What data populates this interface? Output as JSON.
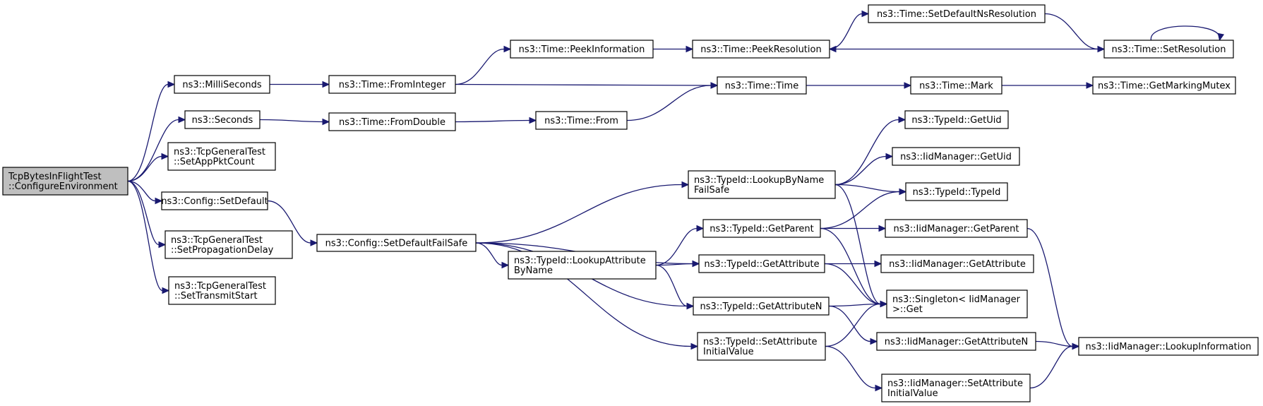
{
  "diagram": {
    "nodes": [
      {
        "id": "root",
        "lines": [
          "TcpBytesInFlightTest",
          "::ConfigureEnvironment"
        ],
        "root": true
      },
      {
        "id": "milli",
        "lines": [
          "ns3::MilliSeconds"
        ]
      },
      {
        "id": "seconds",
        "lines": [
          "ns3::Seconds"
        ]
      },
      {
        "id": "setapp",
        "lines": [
          "ns3::TcpGeneralTest",
          "::SetAppPktCount"
        ]
      },
      {
        "id": "setdef",
        "lines": [
          "ns3::Config::SetDefault"
        ]
      },
      {
        "id": "setprop",
        "lines": [
          "ns3::TcpGeneralTest",
          "::SetPropagationDelay"
        ]
      },
      {
        "id": "settx",
        "lines": [
          "ns3::TcpGeneralTest",
          "::SetTransmitStart"
        ]
      },
      {
        "id": "fromint",
        "lines": [
          "ns3::Time::FromInteger"
        ]
      },
      {
        "id": "fromdbl",
        "lines": [
          "ns3::Time::FromDouble"
        ]
      },
      {
        "id": "setdeffs",
        "lines": [
          "ns3::Config::SetDefaultFailSafe"
        ]
      },
      {
        "id": "peekinfo",
        "lines": [
          "ns3::Time::PeekInformation"
        ]
      },
      {
        "id": "from",
        "lines": [
          "ns3::Time::From"
        ]
      },
      {
        "id": "lookupattr",
        "lines": [
          "ns3::TypeId::LookupAttribute",
          "ByName"
        ]
      },
      {
        "id": "peekres",
        "lines": [
          "ns3::Time::PeekResolution"
        ]
      },
      {
        "id": "time",
        "lines": [
          "ns3::Time::Time"
        ]
      },
      {
        "id": "lookupname",
        "lines": [
          "ns3::TypeId::LookupByName",
          "FailSafe"
        ]
      },
      {
        "id": "getparent",
        "lines": [
          "ns3::TypeId::GetParent"
        ]
      },
      {
        "id": "getattr",
        "lines": [
          "ns3::TypeId::GetAttribute"
        ]
      },
      {
        "id": "getattrn",
        "lines": [
          "ns3::TypeId::GetAttributeN"
        ]
      },
      {
        "id": "setattrinit",
        "lines": [
          "ns3::TypeId::SetAttribute",
          "InitialValue"
        ]
      },
      {
        "id": "setdefns",
        "lines": [
          "ns3::Time::SetDefaultNsResolution"
        ]
      },
      {
        "id": "mark",
        "lines": [
          "ns3::Time::Mark"
        ]
      },
      {
        "id": "getuid",
        "lines": [
          "ns3::TypeId::GetUid"
        ]
      },
      {
        "id": "iidgetuid",
        "lines": [
          "ns3::IidManager::GetUid"
        ]
      },
      {
        "id": "typeid",
        "lines": [
          "ns3::TypeId::TypeId"
        ]
      },
      {
        "id": "iidgetparent",
        "lines": [
          "ns3::IidManager::GetParent"
        ]
      },
      {
        "id": "iidgetattr",
        "lines": [
          "ns3::IidManager::GetAttribute"
        ]
      },
      {
        "id": "singleton",
        "lines": [
          "ns3::Singleton< IidManager",
          ">::Get"
        ]
      },
      {
        "id": "iidgetattrn",
        "lines": [
          "ns3::IidManager::GetAttributeN"
        ]
      },
      {
        "id": "iidsetattr",
        "lines": [
          "ns3::IidManager::SetAttribute",
          "InitialValue"
        ]
      },
      {
        "id": "setres",
        "lines": [
          "ns3::Time::SetResolution"
        ]
      },
      {
        "id": "getmarking",
        "lines": [
          "ns3::Time::GetMarkingMutex"
        ]
      },
      {
        "id": "lookupinfo",
        "lines": [
          "ns3::IidManager::LookupInformation"
        ]
      }
    ],
    "edges": [
      [
        "root",
        "milli"
      ],
      [
        "root",
        "seconds"
      ],
      [
        "root",
        "setapp"
      ],
      [
        "root",
        "setdef"
      ],
      [
        "root",
        "setprop"
      ],
      [
        "root",
        "settx"
      ],
      [
        "milli",
        "fromint"
      ],
      [
        "seconds",
        "fromdbl"
      ],
      [
        "setdef",
        "setdeffs"
      ],
      [
        "fromint",
        "peekinfo"
      ],
      [
        "fromint",
        "time"
      ],
      [
        "fromdbl",
        "from"
      ],
      [
        "from",
        "time"
      ],
      [
        "peekinfo",
        "peekres"
      ],
      [
        "peekres",
        "setdefns"
      ],
      [
        "setdefns",
        "setres"
      ],
      [
        "setres",
        "peekres"
      ],
      [
        "setres",
        "setres"
      ],
      [
        "time",
        "mark"
      ],
      [
        "mark",
        "getmarking"
      ],
      [
        "setdeffs",
        "lookupname"
      ],
      [
        "setdeffs",
        "lookupattr"
      ],
      [
        "setdeffs",
        "getattr"
      ],
      [
        "setdeffs",
        "getattrn"
      ],
      [
        "setdeffs",
        "setattrinit"
      ],
      [
        "lookupattr",
        "getparent"
      ],
      [
        "lookupattr",
        "getattr"
      ],
      [
        "lookupattr",
        "getattrn"
      ],
      [
        "lookupname",
        "getuid"
      ],
      [
        "lookupname",
        "iidgetuid"
      ],
      [
        "lookupname",
        "typeid"
      ],
      [
        "lookupname",
        "singleton"
      ],
      [
        "getparent",
        "typeid"
      ],
      [
        "getparent",
        "iidgetparent"
      ],
      [
        "getparent",
        "singleton"
      ],
      [
        "getattr",
        "iidgetattr"
      ],
      [
        "getattr",
        "singleton"
      ],
      [
        "getattrn",
        "singleton"
      ],
      [
        "getattrn",
        "iidgetattrn"
      ],
      [
        "setattrinit",
        "singleton"
      ],
      [
        "setattrinit",
        "iidsetattr"
      ],
      [
        "iidgetparent",
        "lookupinfo"
      ],
      [
        "iidgetattrn",
        "lookupinfo"
      ],
      [
        "iidsetattr",
        "lookupinfo"
      ]
    ]
  }
}
